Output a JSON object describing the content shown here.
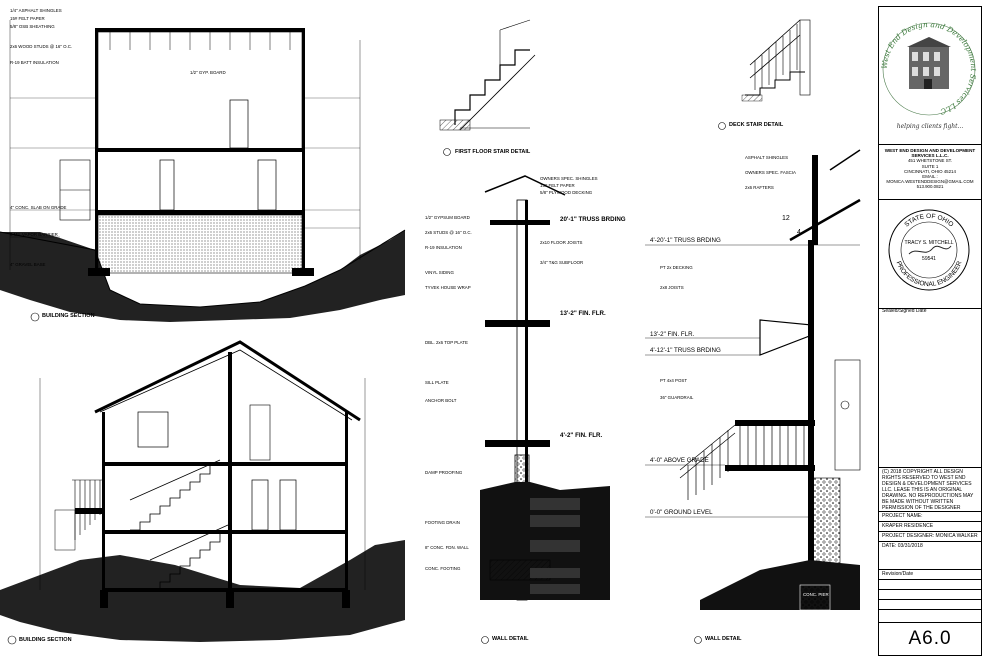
{
  "title_block": {
    "logo_ring_text": "West End Design and Development Services LLC",
    "tagline": "helping clients fight...",
    "company_name": "WEST END DESIGN AND DEVELOPMENT SERVICES L.L.C.",
    "company_lines": [
      "451 WHETSTONE ST.",
      "SUITE 1",
      "CINCINNATI, OHIO 45214",
      "EMAIL : MONICA.WESTENDDESIGN@GMAIL.COM",
      "513.900.0821"
    ],
    "seal_text_top": "STATE OF OHIO",
    "seal_name": "TRACY S. MITCHELL",
    "seal_number": "59541",
    "seal_text_bottom": "PROFESSIONAL ENGINEER",
    "seal_caption": "Sealed/Signed Date",
    "copyright": "(C) 2018 COPYRIGHT ALL DESIGN RIGHTS RESERVED TO WEST END DESIGN & DEVELOPMENT SERVICES LLC. LEASE THIS IS AN ORIGINAL DRAWING. NO REPRODUCTIONS MAY BE MADE WITHOUT WRITTEN PERMISSION OF THE DESIGNER",
    "project_name": "PROJECT NAME:",
    "project_value": "KRAPER RESIDENCE",
    "designer": "PROJECT DESIGNER: MONICA WALKER",
    "date": "DATE: 03/31/2018",
    "revision_label": "Revision/Date",
    "sheet_number": "A6.0"
  },
  "drawing_titles": {
    "building_section_1": "BUILDING SECTION",
    "building_section_2": "BUILDING SECTION",
    "stair_detail": "FIRST FLOOR STAIR DETAIL",
    "deck_stair": "DECK STAIR DETAIL",
    "wall_detail_1": "WALL DETAIL",
    "wall_detail_2": "WALL DETAIL"
  },
  "levels": {
    "truss_brg_1": "20'-1\" TRUSS BRDING",
    "second_flr": "13'-2\" FIN. FLR.",
    "first_flr": "4'-2\" FIN. FLR.",
    "truss_brg_2": "4'-20'-1\" TRUSS BRDING",
    "fin_flr_r": "13'-2\" FIN. FLR.",
    "truss_brg_3": "4'-12'-1\" TRUSS BRDING",
    "above_grade": "4'-0\" ABOVE GRADE",
    "ground": "0'-0\" GROUND LEVEL"
  },
  "notes_left": [
    "1/4\" ASPHALT SHINGLES",
    "15# FELT PAPER",
    "5/8\" OSB SHEATHING",
    "2x6 WOOD STUDS @ 16\" O.C.",
    "R-19 BATT INSULATION",
    "1/2\" GYP. BOARD",
    "4\" CONC. SLAB ON GRADE",
    "6 MIL VAPOR BARRIER",
    "4\" GRAVEL BASE"
  ],
  "notes_mid": [
    "OWNERS SPEC. SHINGLES",
    "15# FELT PAPER",
    "5/8\" PLYWOOD DECKING",
    "2x10 FLOOR JOISTS",
    "3/4\" T&G SUBFLOOR",
    "1/2\" GYPSUM BOARD",
    "2x6 STUDS @ 16\" O.C.",
    "R-19 INSULATION",
    "VINYL SIDING",
    "TYVEK HOUSE WRAP",
    "DBL. 2x6 TOP PLATE",
    "SILL PLATE",
    "ANCHOR BOLT",
    "DAMP PROOFING",
    "FOOTING DRAIN",
    "8\" CONC. FDN. WALL",
    "CONC. FOOTING"
  ],
  "notes_right": [
    "ASPHALT SHINGLES",
    "OWNERS SPEC. FASCIA",
    "2x6 RAFTERS",
    "12",
    "4",
    "PT 2x DECKING",
    "2x8 JOISTS",
    "PT 4x4 POST",
    "36\" GUARDRAIL",
    "CONC. PIER"
  ]
}
